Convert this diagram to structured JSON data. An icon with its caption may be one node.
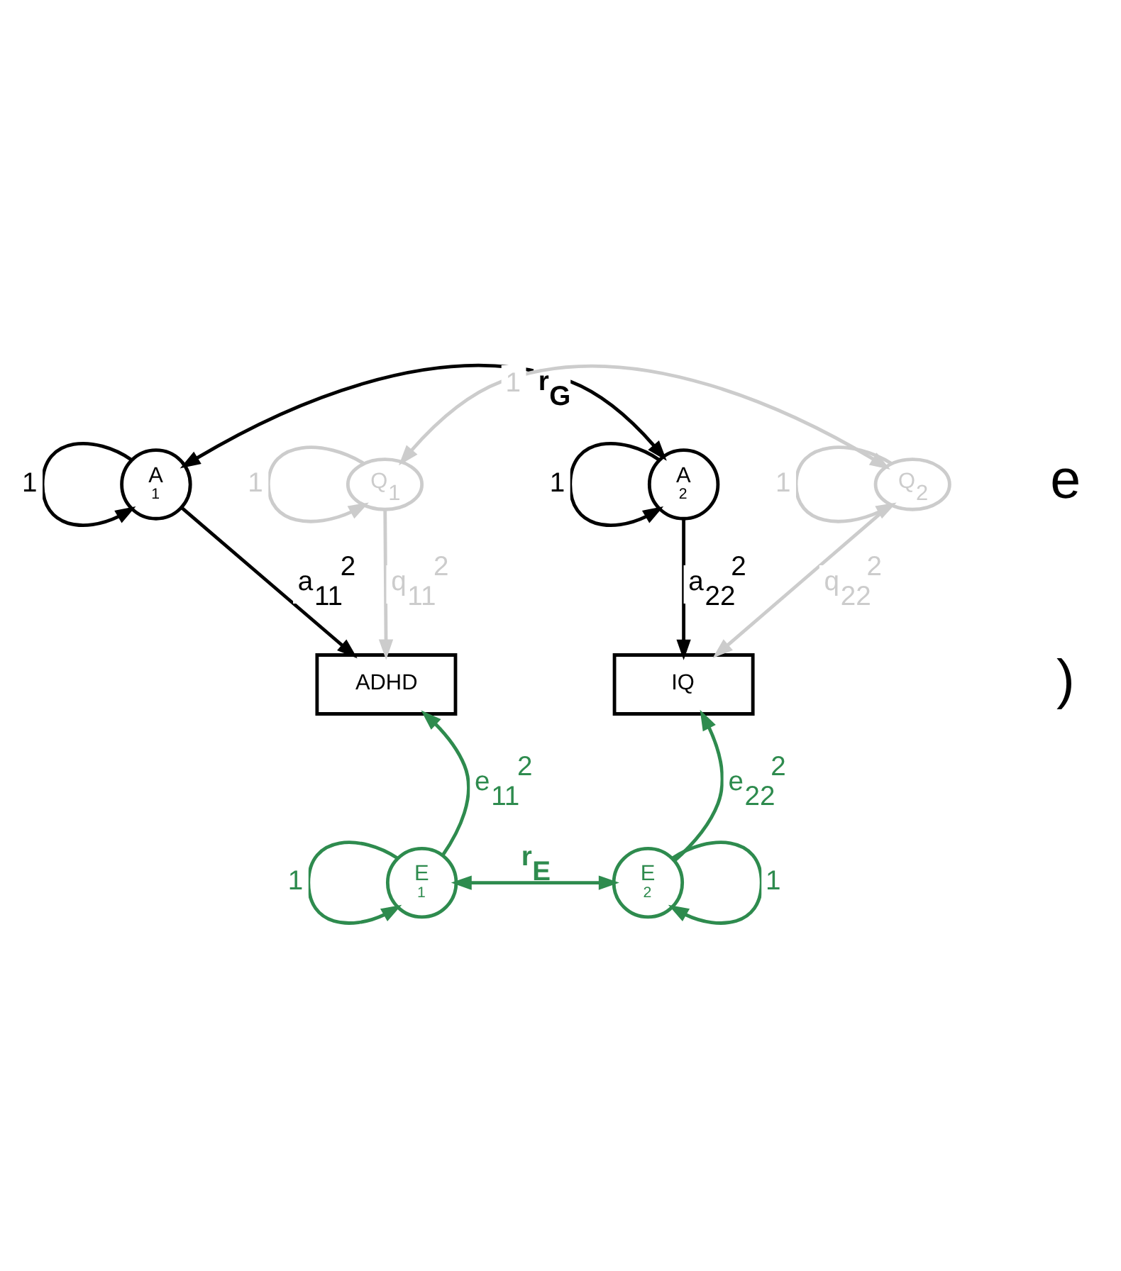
{
  "diagram": {
    "nodes": [
      {
        "text": [
          "A",
          "1"
        ]
      },
      {
        "text": [
          "Q$_{1}$"
        ]
      },
      {
        "text": [
          "A",
          "2"
        ]
      },
      {
        "text": [
          "Q$_{2}$"
        ]
      },
      {
        "text": [
          "ADHD"
        ]
      },
      {
        "text": [
          "IQ"
        ]
      },
      {
        "text": [
          "E",
          "1"
        ]
      },
      {
        "text": [
          "E",
          "2"
        ]
      }
    ],
    "edges": [
      {
        "from": 0,
        "to": 0,
        "arrow": "to",
        "label": "1",
        "color": "#000000"
      },
      {
        "from": 1,
        "to": 1,
        "arrow": "to",
        "label": "1",
        "color": "#cccccc"
      },
      {
        "from": 2,
        "to": 2,
        "arrow": "to",
        "label": "1",
        "color": "#000000"
      },
      {
        "from": 3,
        "to": 3,
        "arrow": "to",
        "label": "1",
        "color": "#cccccc"
      },
      {
        "from": 0,
        "to": 2,
        "arrow": "both",
        "label": "r$_{G}$",
        "color": "#000000"
      },
      {
        "from": 1,
        "to": 3,
        "arrow": "both",
        "label": "1",
        "color": "#cccccc"
      },
      {
        "from": 0,
        "to": 4,
        "arrow": "to",
        "label": "a$_{11}$$^{2}$",
        "color": "#000000"
      },
      {
        "from": 1,
        "to": 4,
        "arrow": "to",
        "label": "q$_{11}$$^{2}$",
        "color": "#cccccc"
      },
      {
        "from": 2,
        "to": 5,
        "arrow": "to",
        "label": "a$_{22}$$^{2}$",
        "color": "#000000"
      },
      {
        "from": 3,
        "to": 5,
        "arrow": "to",
        "label": "q$_{22}$$^{2}$",
        "color": "#cccccc"
      },
      {
        "from": 6,
        "to": 4,
        "arrow": "to",
        "label": "e$_{11}$$^{2}$",
        "color": "#2e8b4e"
      },
      {
        "from": 7,
        "to": 5,
        "arrow": "to",
        "label": "e$_{22}$$^{2}$",
        "color": "#2e8b4e"
      },
      {
        "from": 6,
        "to": 6,
        "arrow": "to",
        "label": "1",
        "color": "#2e8b4e"
      },
      {
        "from": 7,
        "to": 7,
        "arrow": "to",
        "label": "1",
        "color": "#2e8b4e"
      },
      {
        "from": 6,
        "to": 7,
        "arrow": "both",
        "label": "r$_{E}$",
        "color": "#2e8b4e"
      }
    ],
    "labels": [
      "e",
      ")"
    ]
  }
}
